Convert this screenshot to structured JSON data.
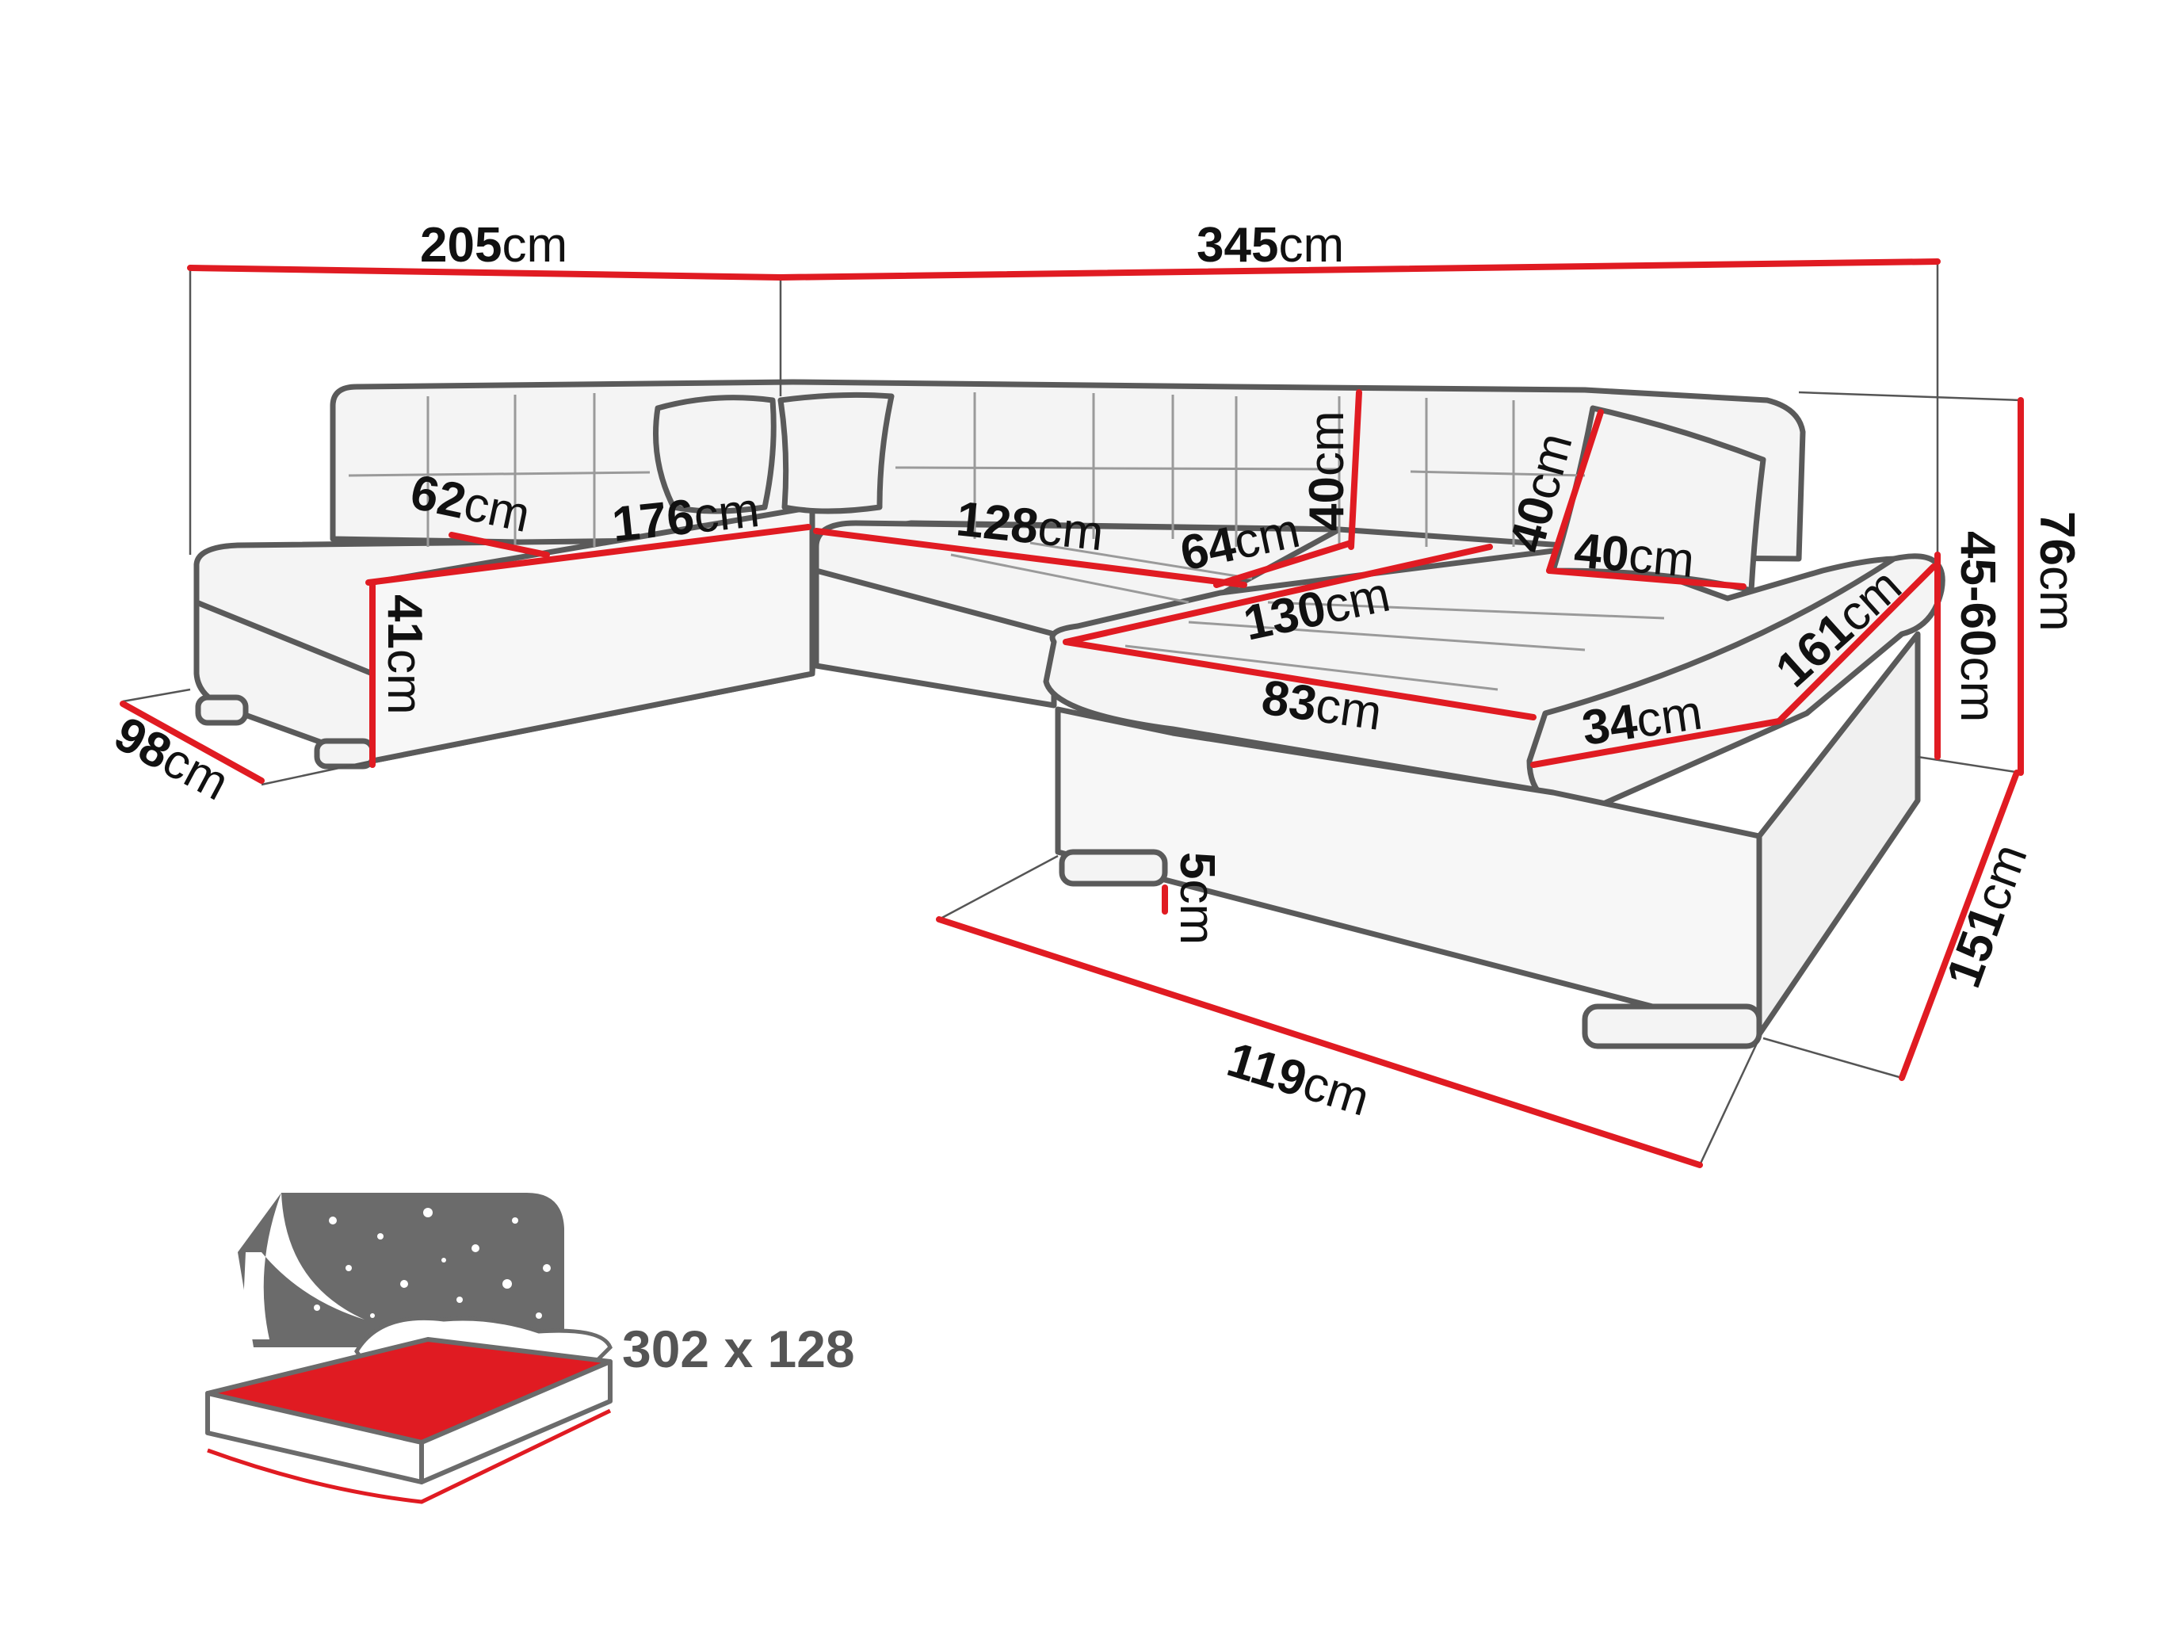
{
  "colors": {
    "dimension_line": "#e01b22",
    "outline": "#5a5a5a",
    "fill": "#f4f4f4",
    "text": "#111111",
    "bed_icon_gray": "#6b6b6b"
  },
  "labels": {
    "d205": {
      "num": "205",
      "unit": "cm"
    },
    "d345": {
      "num": "345",
      "unit": "cm"
    },
    "d62": {
      "num": "62",
      "unit": "cm"
    },
    "d176": {
      "num": "176",
      "unit": "cm"
    },
    "d128": {
      "num": "128",
      "unit": "cm"
    },
    "d64": {
      "num": "64",
      "unit": "cm"
    },
    "d40a": {
      "num": "40",
      "unit": "cm"
    },
    "d40b": {
      "num": "40",
      "unit": "cm"
    },
    "d40c": {
      "num": "40",
      "unit": "cm"
    },
    "d130": {
      "num": "130",
      "unit": "cm"
    },
    "d83": {
      "num": "83",
      "unit": "cm"
    },
    "d34": {
      "num": "34",
      "unit": "cm"
    },
    "d161": {
      "num": "161",
      "unit": "cm"
    },
    "d41": {
      "num": "41",
      "unit": "cm"
    },
    "d98": {
      "num": "98",
      "unit": "cm"
    },
    "d5": {
      "num": "5",
      "unit": "cm"
    },
    "d119": {
      "num": "119",
      "unit": "cm"
    },
    "d151": {
      "num": "151",
      "unit": "cm"
    },
    "d4560": {
      "num": "45-60",
      "unit": "cm"
    },
    "d76": {
      "num": "76",
      "unit": "cm"
    }
  },
  "bed_icon": {
    "size_label": "302 x 128",
    "icon": "sleeping-surface-icon"
  }
}
